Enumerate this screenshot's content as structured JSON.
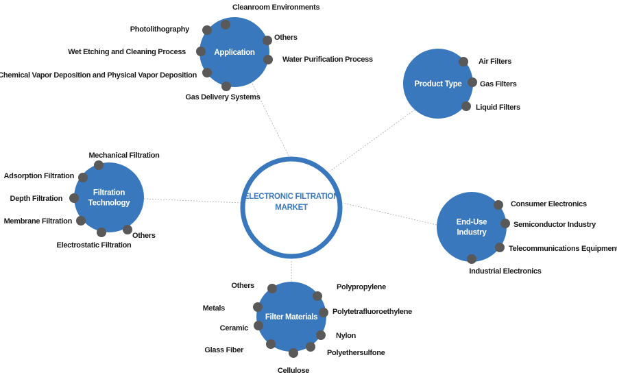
{
  "core": {
    "title_line1": "ELECTRONIC FILTRATION",
    "title_line2": "MARKET"
  },
  "colors": {
    "hub_fill": "#3a78bd",
    "core_ring": "#3a78bd",
    "bullet": "#595959",
    "connector": "#b9b9b9",
    "label_text": "#1a1a1a"
  },
  "segments": [
    {
      "id": "application",
      "title_lines": [
        "Application"
      ],
      "items": [
        "Cleanroom Environments",
        "Photolithography",
        "Wet Etching and Cleaning Process",
        "Chemical Vapor Deposition and Physical Vapor Deposition",
        "Gas Delivery Systems",
        "Others",
        "Water Purification Process"
      ]
    },
    {
      "id": "product-type",
      "title_lines": [
        "Product Type"
      ],
      "items": [
        "Air Filters",
        "Gas Filters",
        "Liquid Filters"
      ]
    },
    {
      "id": "filtration-technology",
      "title_lines": [
        "Filtration",
        "Technology"
      ],
      "items": [
        "Mechanical Filtration",
        "Adsorption Filtration",
        "Depth Filtration",
        "Membrane Filtration",
        "Electrostatic Filtration",
        "Others"
      ]
    },
    {
      "id": "end-use-industry",
      "title_lines": [
        "End-Use",
        "Industry"
      ],
      "items": [
        "Consumer Electronics",
        "Semiconductor Industry",
        "Telecommunications Equipment",
        "Industrial Electronics"
      ]
    },
    {
      "id": "filter-materials",
      "title_lines": [
        "Filter Materials"
      ],
      "items": [
        "Others",
        "Metals",
        "Ceramic",
        "Glass Fiber",
        "Cellulose",
        "Polyethersulfone",
        "Nylon",
        "Polytetrafluoroethylene",
        "Polypropylene"
      ]
    }
  ]
}
